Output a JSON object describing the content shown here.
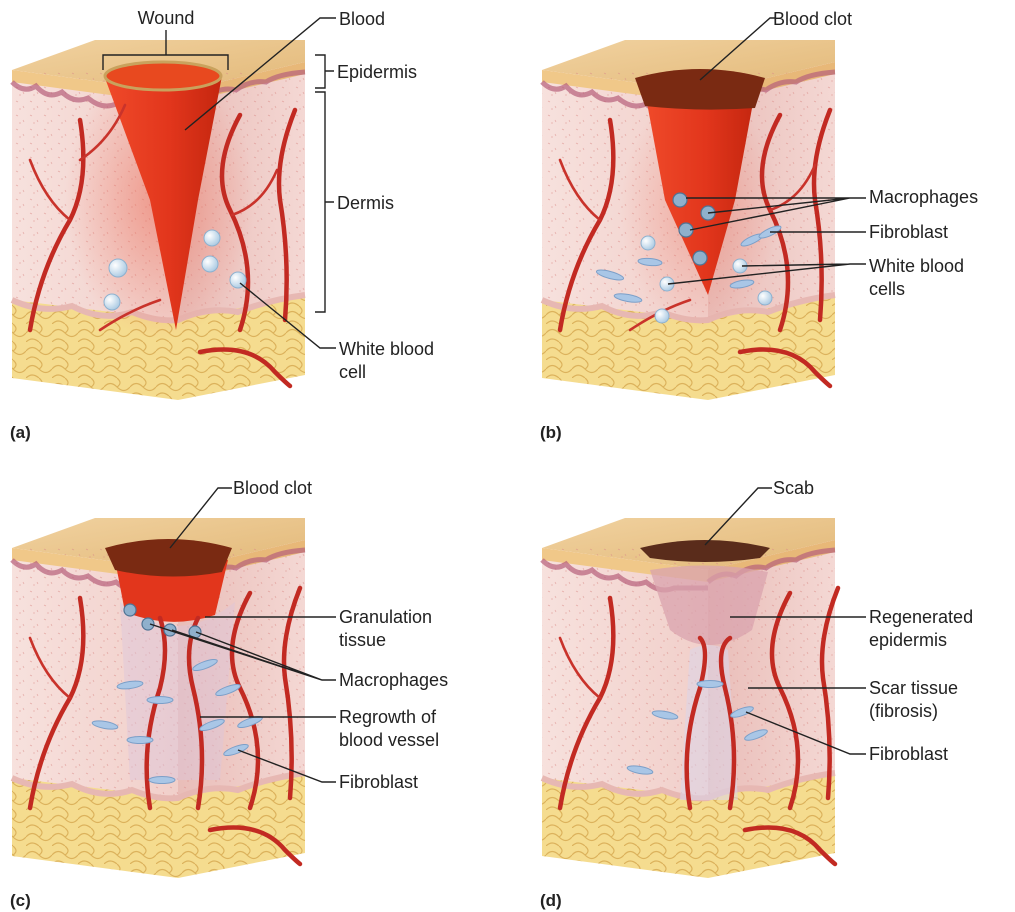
{
  "panels": {
    "a": {
      "panel_label": "(a)",
      "labels": {
        "wound": "Wound",
        "blood": "Blood",
        "epidermis": "Epidermis",
        "dermis": "Dermis",
        "white_blood_cell_line1": "White blood",
        "white_blood_cell_line2": "cell"
      }
    },
    "b": {
      "panel_label": "(b)",
      "labels": {
        "blood_clot": "Blood clot",
        "macrophages": "Macrophages",
        "fibroblast": "Fibroblast",
        "white_blood_cells_line1": "White blood",
        "white_blood_cells_line2": "cells"
      }
    },
    "c": {
      "panel_label": "(c)",
      "labels": {
        "blood_clot": "Blood clot",
        "granulation_line1": "Granulation",
        "granulation_line2": "tissue",
        "macrophages": "Macrophages",
        "regrowth_line1": "Regrowth of",
        "regrowth_line2": "blood vessel",
        "fibroblast": "Fibroblast"
      }
    },
    "d": {
      "panel_label": "(d)",
      "labels": {
        "scab": "Scab",
        "regenerated_line1": "Regenerated",
        "regenerated_line2": "epidermis",
        "scar_line1": "Scar tissue",
        "scar_line2": "(fibrosis)",
        "fibroblast": "Fibroblast"
      }
    }
  },
  "colors": {
    "skin_top": "#e9c48f",
    "epidermis_side": "#f0c889",
    "dermis": "#f6dedb",
    "dermis_shadow": "#e7b8b3",
    "fat": "#f3d884",
    "blood": "#e2361c",
    "clot": "#7a2a12",
    "scab": "#5a2c1b",
    "vessel": "#c22a22",
    "wbc": "#cfe3f2",
    "fibroblast": "#a9c6e6"
  }
}
